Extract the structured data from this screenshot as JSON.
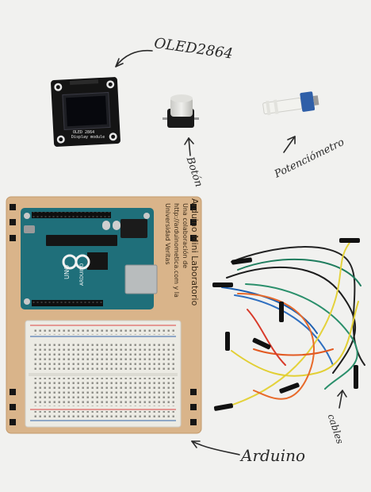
{
  "labels": {
    "oled": "OLED2864",
    "boton": "Botón",
    "potenciometro": "Potenciómetro",
    "arduino": "Arduino",
    "cables": "cables"
  },
  "oled_module": {
    "model": "OLED 2864",
    "sub": "Display module"
  },
  "kit_board": {
    "title": "Arduino Mini Laboratorio",
    "credit_1": "Una colaboración de",
    "credit_2": "http://arduinometica.com y la",
    "credit_3": "Universidad Veritas"
  },
  "arduino_board": {
    "model": "UNO",
    "brand": "ARDUINO"
  },
  "colors": {
    "background": "#f1f1ef",
    "plywood": "#d9b48a",
    "arduino_pcb": "#1f6f7a",
    "breadboard": "#ecebe4",
    "oled_pcb": "#141414"
  }
}
